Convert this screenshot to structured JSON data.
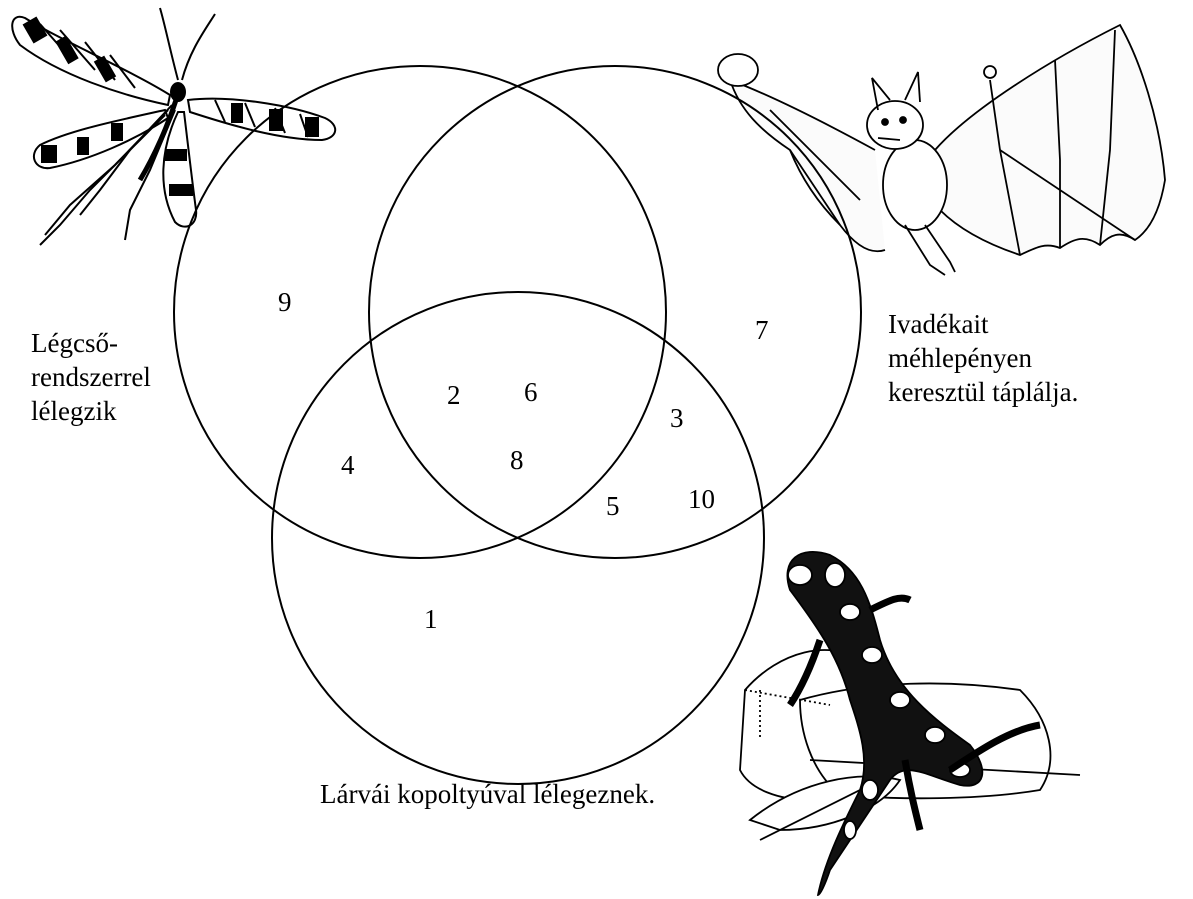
{
  "sets": {
    "left": {
      "lines": [
        "Légcső-",
        "rendszerrel",
        "lélegzik"
      ]
    },
    "right": {
      "lines": [
        "Ivadékait",
        "méhlepényen",
        "keresztül táplálja."
      ]
    },
    "bottom": {
      "lines": [
        "Lárvái kopoltyúval lélegeznek."
      ]
    }
  },
  "regions": [
    "1",
    "2",
    "3",
    "4",
    "5",
    "6",
    "7",
    "8",
    "9",
    "10"
  ],
  "illustrations": [
    "scorpionfly-illustration",
    "bat-illustration",
    "salamander-illustration"
  ]
}
